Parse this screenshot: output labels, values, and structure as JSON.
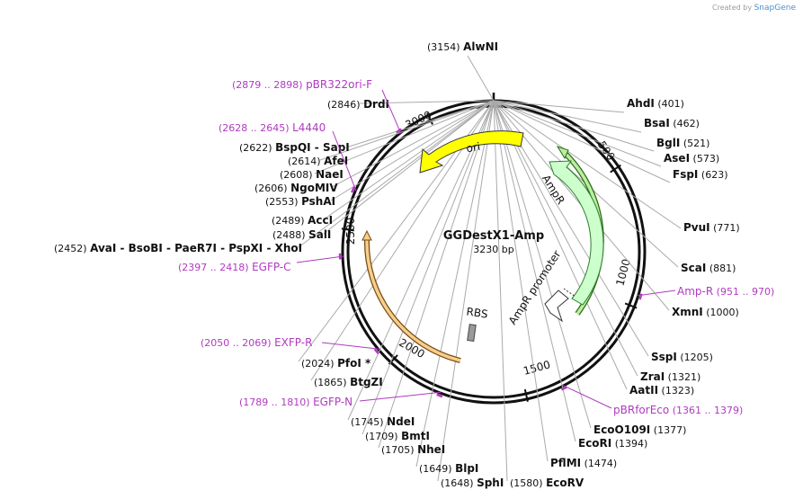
{
  "credit": {
    "prefix": "Created by",
    "brand": "SnapGene"
  },
  "plasmid": {
    "name": "GGDestX1-Amp",
    "length_label": "3230 bp",
    "length": 3230
  },
  "colors": {
    "primer": "#b03ac0",
    "site": "#000000",
    "ori": "#ffff00",
    "ampr": "#ccffcc",
    "ampr_promoter": "#ffffff",
    "orange": "#f5cf8c",
    "rbs": "#9a9a9a"
  },
  "ticks": [
    {
      "label": "500",
      "bp": 500
    },
    {
      "label": "1000",
      "bp": 1000
    },
    {
      "label": "1500",
      "bp": 1500
    },
    {
      "label": "2000",
      "bp": 2000
    },
    {
      "label": "2500",
      "bp": 2500
    },
    {
      "label": "3000",
      "bp": 3000
    }
  ],
  "features": [
    {
      "name": "ori",
      "kind": "ori"
    },
    {
      "name": "AmpR",
      "kind": "ampr"
    },
    {
      "name": "AmpR promoter",
      "kind": "promoter"
    },
    {
      "name": "RBS",
      "kind": "rbs"
    }
  ],
  "sites": [
    {
      "name": "AlwNI",
      "pos": "(3154)"
    },
    {
      "name": "AhdI",
      "pos": "(401)"
    },
    {
      "name": "BsaI",
      "pos": "(462)"
    },
    {
      "name": "BglI",
      "pos": "(521)"
    },
    {
      "name": "AseI",
      "pos": "(573)"
    },
    {
      "name": "FspI",
      "pos": "(623)"
    },
    {
      "name": "PvuI",
      "pos": "(771)"
    },
    {
      "name": "ScaI",
      "pos": "(881)"
    },
    {
      "name": "XmnI",
      "pos": "(1000)"
    },
    {
      "name": "SspI",
      "pos": "(1205)"
    },
    {
      "name": "ZraI",
      "pos": "(1321)"
    },
    {
      "name": "AatII",
      "pos": "(1323)"
    },
    {
      "name": "EcoO109I",
      "pos": "(1377)"
    },
    {
      "name": "EcoRI",
      "pos": "(1394)"
    },
    {
      "name": "PflMI",
      "pos": "(1474)"
    },
    {
      "name": "EcoRV",
      "pos": "(1580)"
    },
    {
      "name": "SphI",
      "pos": "(1648)"
    },
    {
      "name": "BlpI",
      "pos": "(1649)"
    },
    {
      "name": "NheI",
      "pos": "(1705)"
    },
    {
      "name": "BmtI",
      "pos": "(1709)"
    },
    {
      "name": "NdeI",
      "pos": "(1745)"
    },
    {
      "name": "BtgZI",
      "pos": "(1865)"
    },
    {
      "name": "PfoI *",
      "pos": "(2024)"
    },
    {
      "name": "SalI",
      "pos": "(2488)"
    },
    {
      "name": "AccI",
      "pos": "(2489)"
    },
    {
      "name": "PshAI",
      "pos": "(2553)"
    },
    {
      "name": "NgoMIV",
      "pos": "(2606)"
    },
    {
      "name": "NaeI",
      "pos": "(2608)"
    },
    {
      "name": "AfeI",
      "pos": "(2614)"
    },
    {
      "name": "BspQI - SapI",
      "pos": "(2622)"
    },
    {
      "name": "DrdI",
      "pos": "(2846)"
    },
    {
      "name": "AvaI - BsoBI - PaeR7I - PspXI - XhoI",
      "pos": "(2452)"
    }
  ],
  "primers": [
    {
      "name": "pBR322ori-F",
      "range": "(2879 .. 2898)"
    },
    {
      "name": "L4440",
      "range": "(2628 .. 2645)"
    },
    {
      "name": "EGFP-C",
      "range": "(2397 .. 2418)"
    },
    {
      "name": "Amp-R",
      "range": "(951 .. 970)"
    },
    {
      "name": "pBRforEco",
      "range": "(1361 .. 1379)"
    },
    {
      "name": "EXFP-R",
      "range": "(2050 .. 2069)"
    },
    {
      "name": "EGFP-N",
      "range": "(1789 .. 1810)"
    }
  ]
}
